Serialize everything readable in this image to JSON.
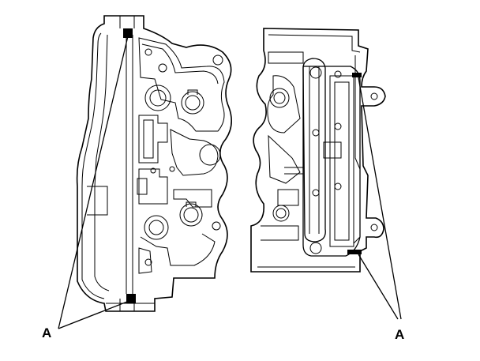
{
  "diagram": {
    "callouts": [
      {
        "id": "left",
        "text": "A"
      },
      {
        "id": "right",
        "text": "A"
      }
    ],
    "colors": {
      "line": "#000000",
      "background": "#ffffff"
    }
  }
}
